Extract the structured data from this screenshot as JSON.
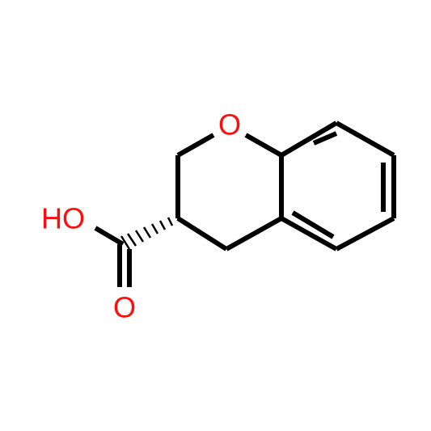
{
  "molecule": {
    "atoms": {
      "ring_oxygen": "O",
      "hydroxyl": "HO",
      "carbonyl_oxygen": "O"
    },
    "colors": {
      "bond": "#000000",
      "heteroatom": "#ff0d0d",
      "background": "#ffffff"
    }
  }
}
